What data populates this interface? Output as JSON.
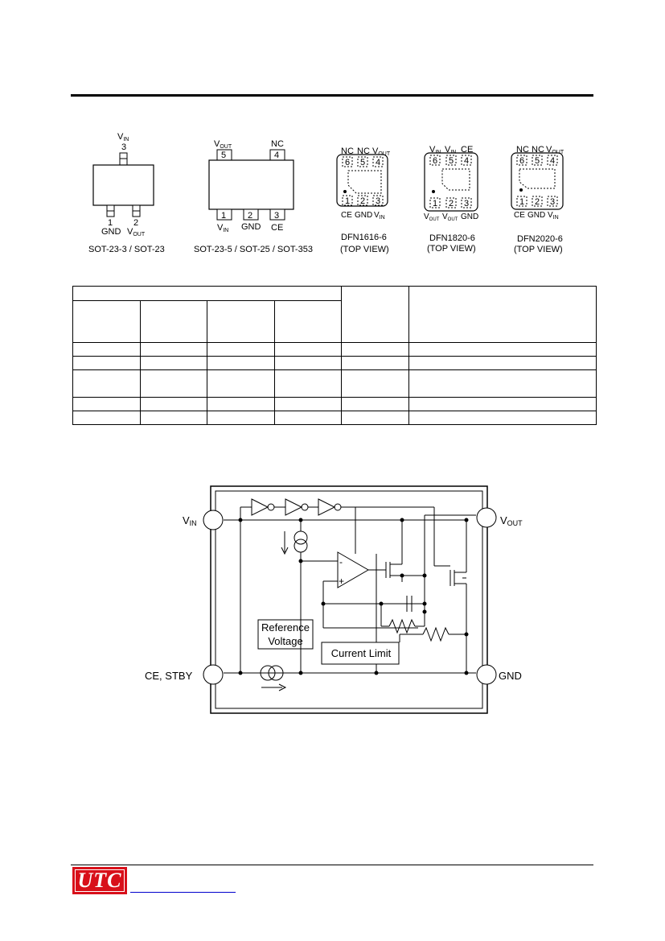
{
  "packages": {
    "sot23": {
      "caption": "SOT-23-3 / SOT-23",
      "top_pin_num": "3",
      "top_pin_name": "V",
      "top_pin_sub": "IN",
      "pin1_num": "1",
      "pin1_name": "GND",
      "pin2_num": "2",
      "pin2_name": "V",
      "pin2_sub": "OUT"
    },
    "sot235": {
      "caption": "SOT-23-5 / SOT-25 / SOT-353",
      "pin5_num": "5",
      "pin5_name": "V",
      "pin5_sub": "OUT",
      "pin4_num": "4",
      "pin4_name": "NC",
      "pin1_num": "1",
      "pin1_name": "V",
      "pin1_sub": "IN",
      "pin2_num": "2",
      "pin2_name": "GND",
      "pin3_num": "3",
      "pin3_name": "CE"
    },
    "dfn1616": {
      "caption1": "DFN1616-6",
      "caption2": "(TOP VIEW)",
      "top_labels": [
        "NC",
        "NC",
        "V"
      ],
      "top_sub": "OUT",
      "top_nums": [
        "6",
        "5",
        "4"
      ],
      "bottom_nums": [
        "1",
        "2",
        "3"
      ],
      "bottom_labels": [
        "CE",
        "GND",
        "V"
      ],
      "bottom_sub": "IN"
    },
    "dfn1820": {
      "caption1": "DFN1820-6",
      "caption2": "(TOP VIEW)",
      "top_labels": [
        "V",
        "V",
        "CE"
      ],
      "top_sub": "IN",
      "top_nums": [
        "6",
        "5",
        "4"
      ],
      "bottom_nums": [
        "1",
        "2",
        "3"
      ],
      "bottom_labels": [
        "V",
        "V",
        "GND"
      ],
      "bottom_sub": "OUT"
    },
    "dfn2020": {
      "caption1": "DFN2020-6",
      "caption2": "(TOP VIEW)",
      "top_labels": [
        "NC",
        "NC",
        "V"
      ],
      "top_sub": "OUT",
      "top_nums": [
        "6",
        "5",
        "4"
      ],
      "bottom_nums": [
        "1",
        "2",
        "3"
      ],
      "bottom_labels": [
        "CE",
        "GND",
        "V"
      ],
      "bottom_sub": "IN"
    }
  },
  "block_diagram": {
    "vin_label": "V",
    "vin_sub": "IN",
    "vout_label": "V",
    "vout_sub": "OUT",
    "ce_label": "CE, STBY",
    "gnd_label": "GND",
    "reference_line1": "Reference",
    "reference_line2": "Voltage",
    "current_limit": "Current Limit",
    "amp_minus": "-",
    "amp_plus": "+"
  },
  "footer": {
    "logo_text": "UTC",
    "colors": {
      "logo_bg": "#d8101a",
      "link": "#0000cc"
    }
  }
}
